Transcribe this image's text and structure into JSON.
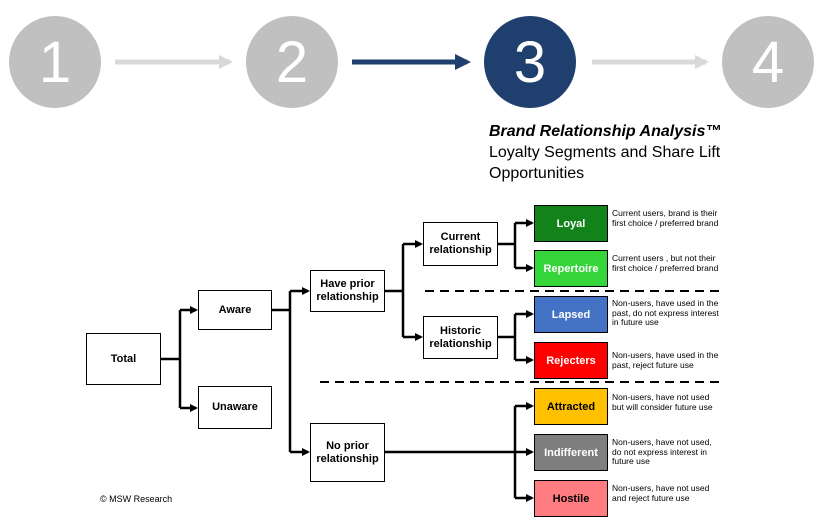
{
  "steps": [
    {
      "number": "1",
      "state": "inactive"
    },
    {
      "number": "2",
      "state": "inactive"
    },
    {
      "number": "3",
      "state": "active"
    },
    {
      "number": "4",
      "state": "inactive"
    }
  ],
  "colors": {
    "active": "#1f3f6e",
    "inactive": "#c0c0c0",
    "arrow_inactive": "#d9d9d9",
    "loyal": "#11831a",
    "repertoire": "#36d63b",
    "lapsed": "#4472c4",
    "rejecters": "#ff0000",
    "attracted": "#ffc000",
    "indifferent": "#7f7f7f",
    "hostile": "#ff7c80"
  },
  "title": {
    "line1": "Brand Relationship Analysis™",
    "line2": "Loyalty Segments and Share Lift",
    "line3": "Opportunities"
  },
  "nodes": {
    "total": "Total",
    "aware": "Aware",
    "unaware": "Unaware",
    "have_prior": "Have prior relationship",
    "no_prior": "No prior relationship",
    "current": "Current relationship",
    "historic": "Historic relationship"
  },
  "segments": {
    "loyal": {
      "label": "Loyal",
      "desc": "Current users, brand is their first choice / preferred brand"
    },
    "repertoire": {
      "label": "Repertoire",
      "desc": "Current users , but not their first choice / preferred brand"
    },
    "lapsed": {
      "label": "Lapsed",
      "desc": "Non-users, have used in the past, do not express interest in future use"
    },
    "rejecters": {
      "label": "Rejecters",
      "desc": "Non-users, have used in the past, reject future use"
    },
    "attracted": {
      "label": "Attracted",
      "desc": "Non-users, have not used but will consider future use"
    },
    "indifferent": {
      "label": "Indifferent",
      "desc": "Non-users, have not used, do not express interest in future use"
    },
    "hostile": {
      "label": "Hostile",
      "desc": "Non-users, have not used and reject future use"
    }
  },
  "copyright": "© MSW Research"
}
